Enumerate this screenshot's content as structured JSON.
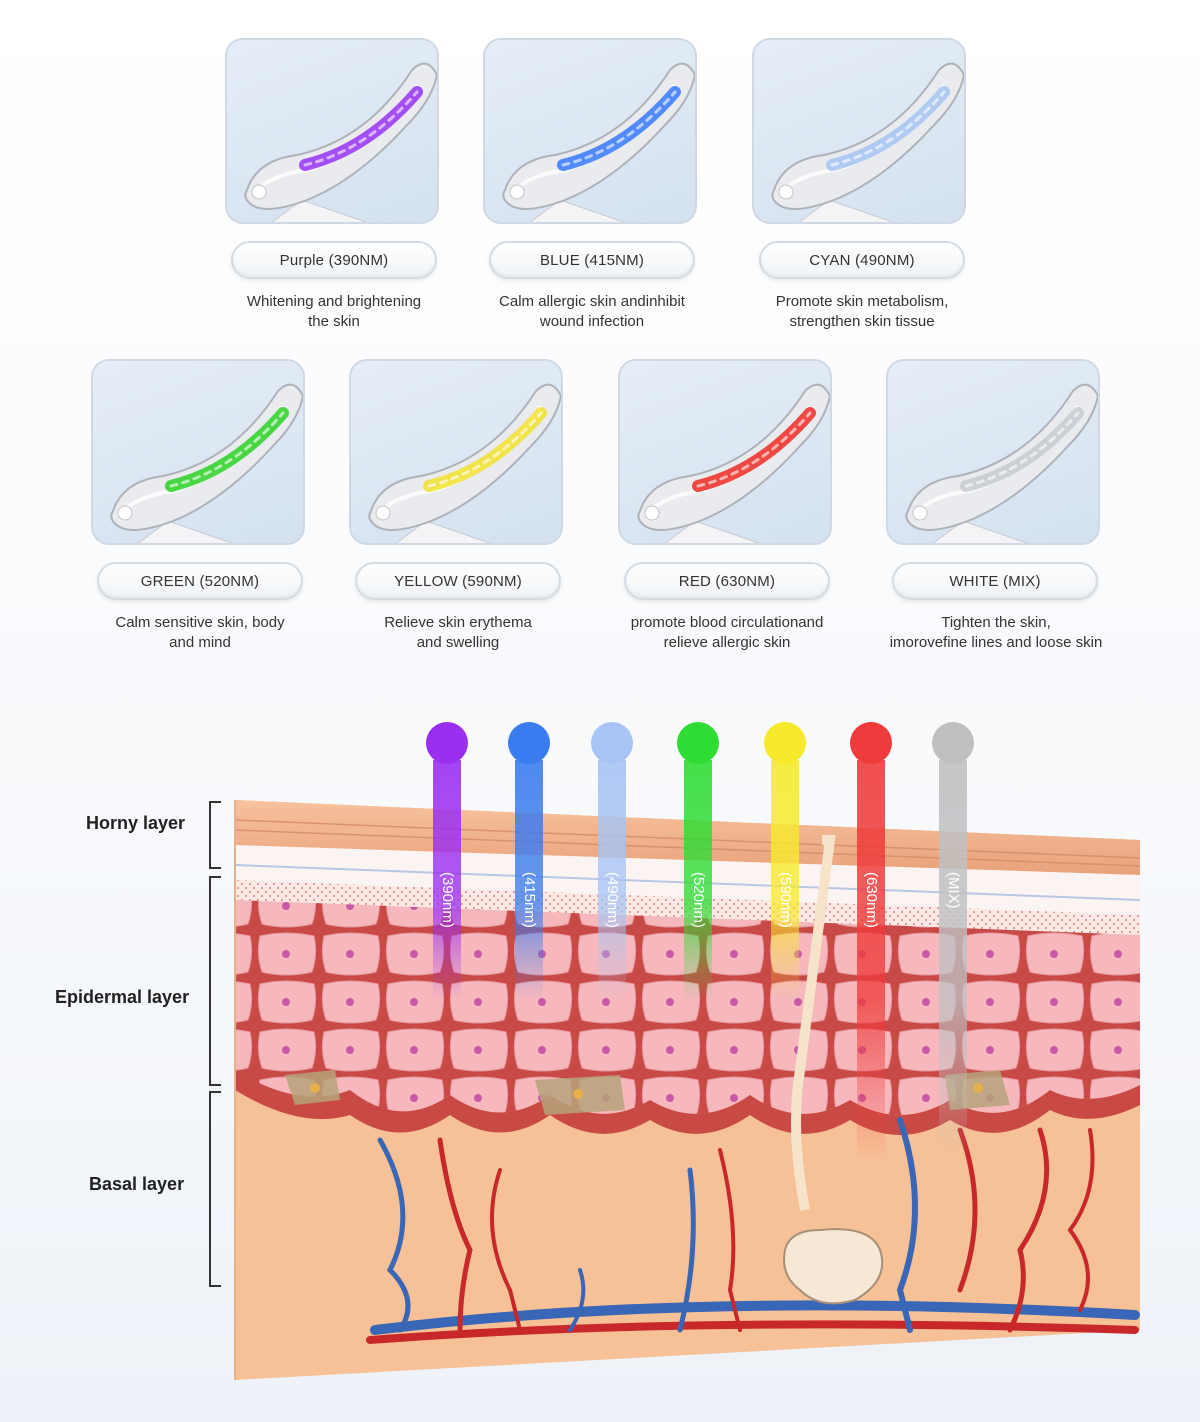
{
  "modes": [
    {
      "label": "Purple (390NM)",
      "desc1": "Whitening and brightening",
      "desc2": "the skin",
      "color": "#9b3cf5"
    },
    {
      "label": "BLUE (415NM)",
      "desc1": "Calm allergic skin andinhibit",
      "desc2": "wound infection",
      "color": "#3f7fff"
    },
    {
      "label": "CYAN (490NM)",
      "desc1": "Promote skin metabolism,",
      "desc2": "strengthen skin tissue",
      "color": "#a7c6f3"
    },
    {
      "label": "GREEN (520NM)",
      "desc1": "Calm sensitive skin, body",
      "desc2": "and mind",
      "color": "#35d42f"
    },
    {
      "label": "YELLOW (590NM)",
      "desc1": "Relieve skin erythema",
      "desc2": "and swelling",
      "color": "#f2e23a"
    },
    {
      "label": "RED (630NM)",
      "desc1": "promote blood circulationand",
      "desc2": "relieve allergic skin",
      "color": "#f0352f"
    },
    {
      "label": "WHITE (MIX)",
      "desc1": "Tighten the skin,",
      "desc2": "imorovefine lines and loose skin",
      "color": "#c9ccd2"
    }
  ],
  "layers": {
    "horny": "Horny layer",
    "epidermal": "Epidermal layer",
    "basal": "Basal layer"
  },
  "beams": [
    {
      "label": "(390nm)",
      "color": "#9b2ff0"
    },
    {
      "label": "(415nm)",
      "color": "#3b7cf0"
    },
    {
      "label": "(490nm)",
      "color": "#a8c4f4"
    },
    {
      "label": "(520nm)",
      "color": "#2fdc34"
    },
    {
      "label": "(590nm)",
      "color": "#f7ea2c"
    },
    {
      "label": "(630nm)",
      "color": "#ef3b3b"
    },
    {
      "label": "(MIX)",
      "color": "#bfc0c2"
    }
  ]
}
